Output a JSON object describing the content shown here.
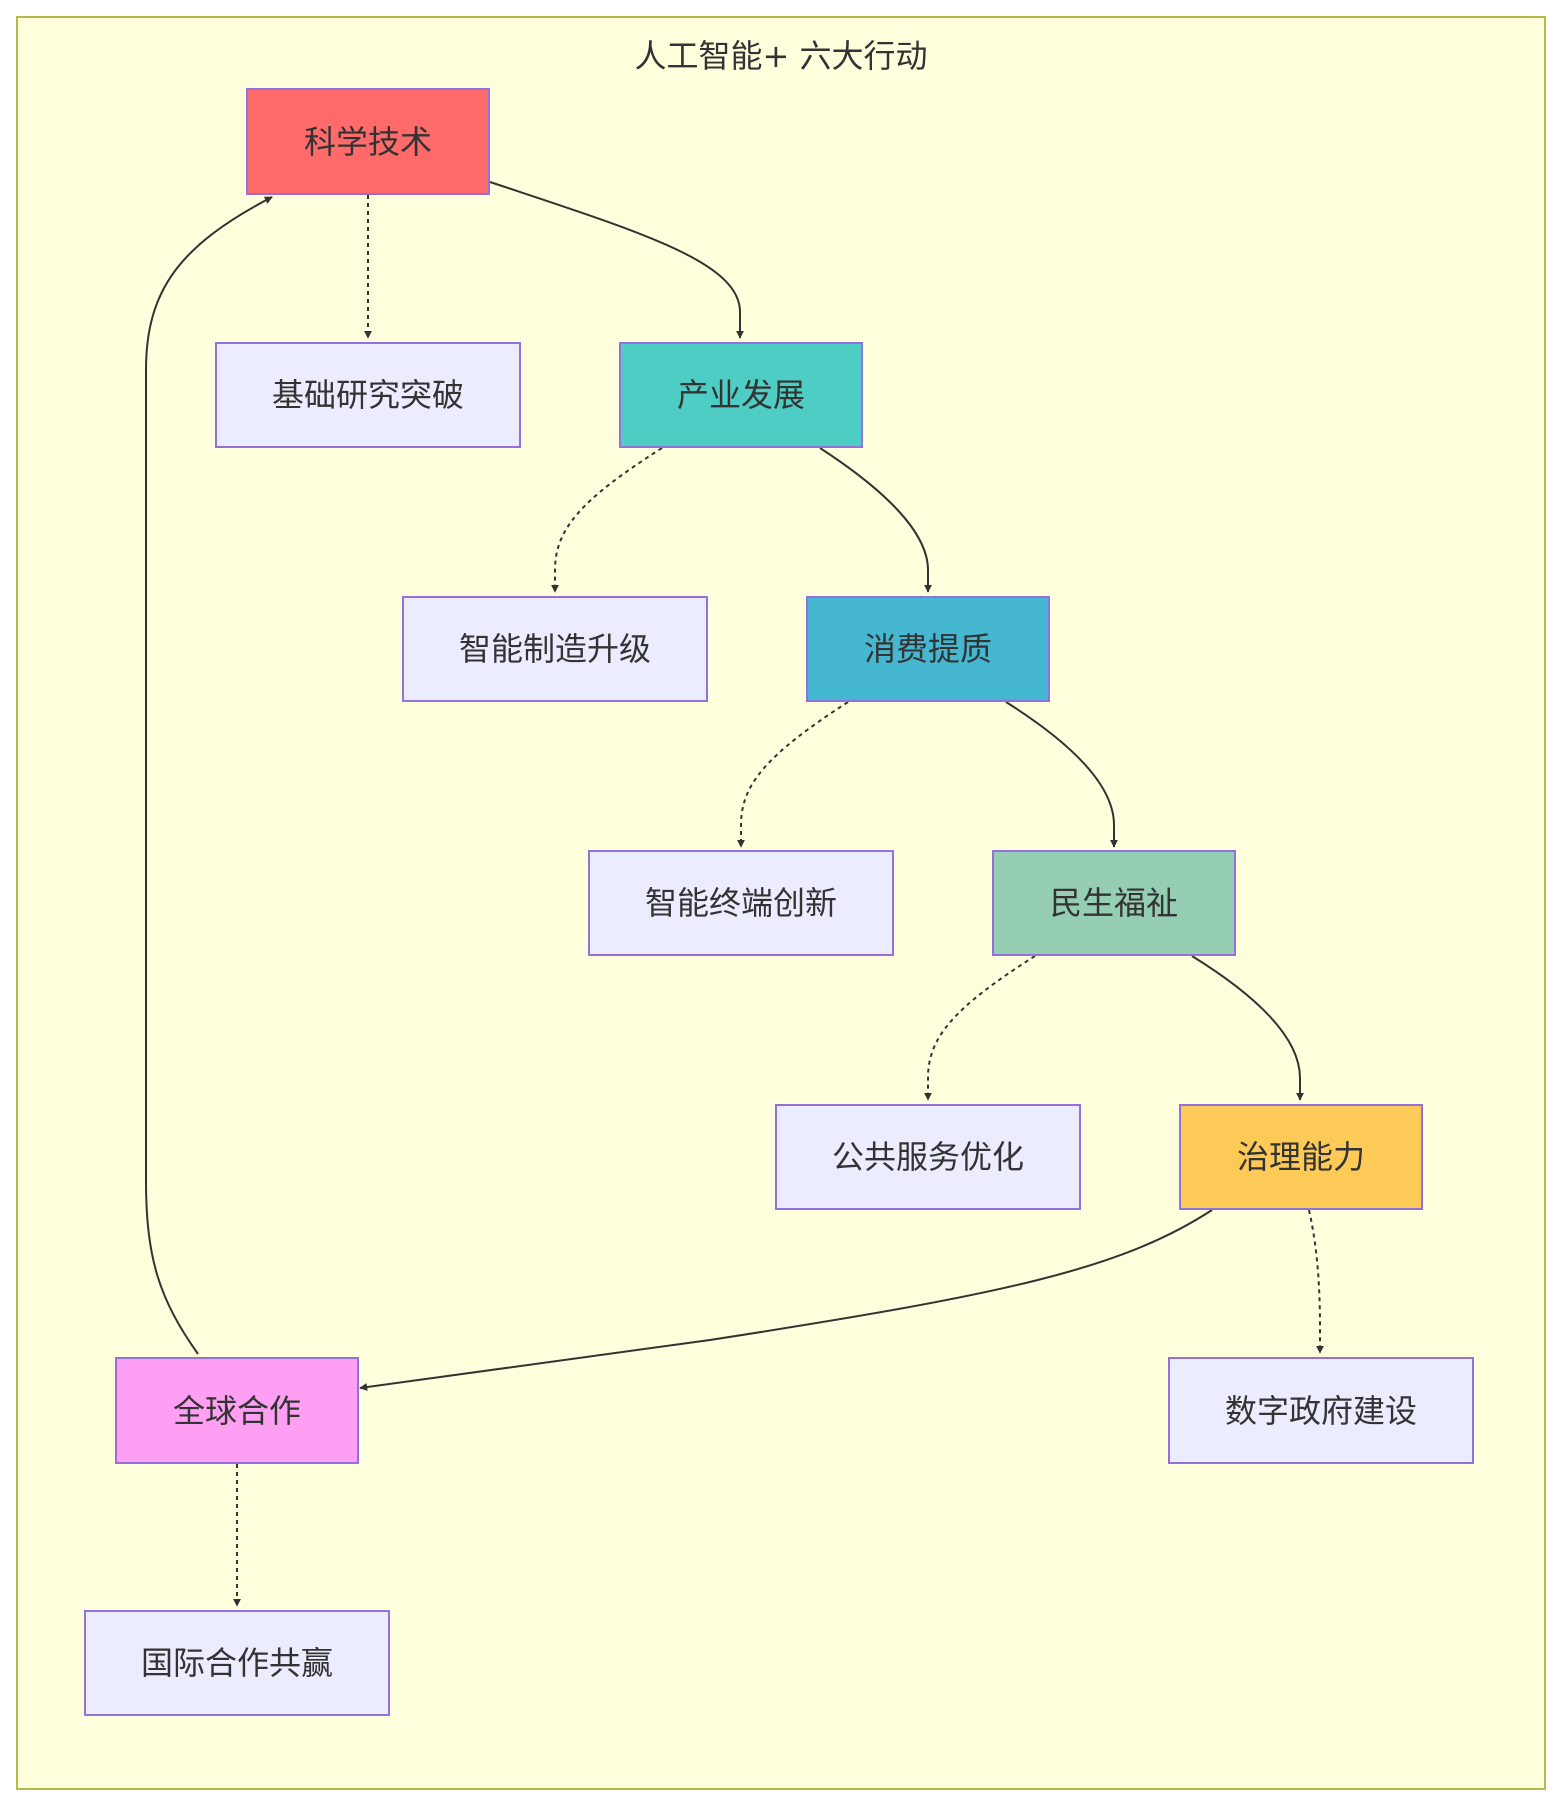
{
  "subgraph": {
    "title": "人工智能+ 六大行动"
  },
  "nodes": {
    "science": {
      "label": "科学技术",
      "color": "#ff6b6b"
    },
    "basic_research": {
      "label": "基础研究突破",
      "color": "#ececff"
    },
    "industry": {
      "label": "产业发展",
      "color": "#4ecdc4"
    },
    "smart_manufacturing": {
      "label": "智能制造升级",
      "color": "#ececff"
    },
    "consumption": {
      "label": "消费提质",
      "color": "#45b7d1"
    },
    "smart_terminal": {
      "label": "智能终端创新",
      "color": "#ececff"
    },
    "livelihood": {
      "label": "民生福祉",
      "color": "#96ceb4"
    },
    "public_service": {
      "label": "公共服务优化",
      "color": "#ececff"
    },
    "governance": {
      "label": "治理能力",
      "color": "#feca57"
    },
    "digital_gov": {
      "label": "数字政府建设",
      "color": "#ececff"
    },
    "global": {
      "label": "全球合作",
      "color": "#ff9ff3"
    },
    "intl_coop": {
      "label": "国际合作共赢",
      "color": "#ececff"
    }
  },
  "edges": [
    {
      "from": "science",
      "to": "industry",
      "style": "solid"
    },
    {
      "from": "science",
      "to": "basic_research",
      "style": "dotted"
    },
    {
      "from": "industry",
      "to": "consumption",
      "style": "solid"
    },
    {
      "from": "industry",
      "to": "smart_manufacturing",
      "style": "dotted"
    },
    {
      "from": "consumption",
      "to": "livelihood",
      "style": "solid"
    },
    {
      "from": "consumption",
      "to": "smart_terminal",
      "style": "dotted"
    },
    {
      "from": "livelihood",
      "to": "governance",
      "style": "solid"
    },
    {
      "from": "livelihood",
      "to": "public_service",
      "style": "dotted"
    },
    {
      "from": "governance",
      "to": "global",
      "style": "solid"
    },
    {
      "from": "governance",
      "to": "digital_gov",
      "style": "dotted"
    },
    {
      "from": "global",
      "to": "science",
      "style": "solid"
    },
    {
      "from": "global",
      "to": "intl_coop",
      "style": "dotted"
    }
  ],
  "colors": {
    "subgraph_fill": "#ffffde",
    "subgraph_border": "#b8b84a",
    "node_border": "#9370db",
    "edge": "#333333",
    "text": "#333333"
  }
}
